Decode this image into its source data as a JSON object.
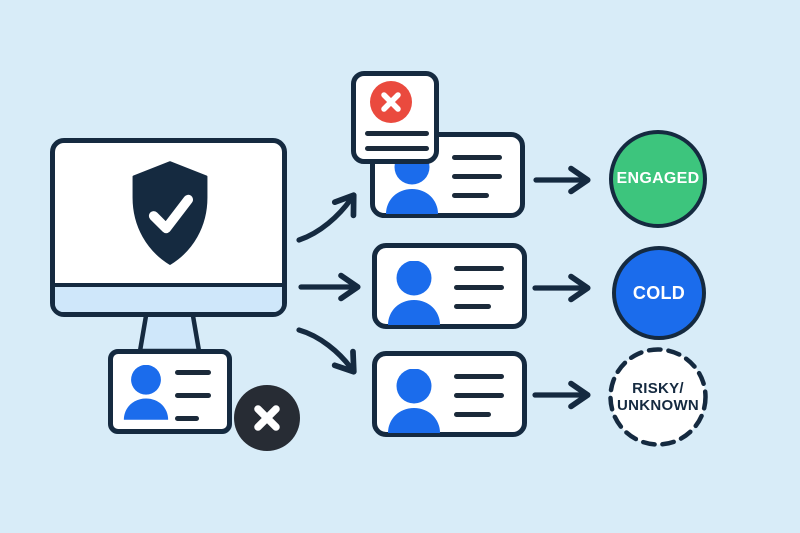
{
  "palette": {
    "background": "#d8ecf8",
    "navy": "#152a40",
    "blue": "#1b6cec",
    "green": "#3dc57d",
    "red": "#ea4a3e",
    "charcoal": "#272c34",
    "light_blue": "#cfe7fa",
    "white": "#ffffff"
  },
  "icons": {
    "monitor_screen": "shield-check-icon",
    "source_card": "person-icon",
    "source_card_badge": "x-circle-icon",
    "rejected_card": "x-circle-icon",
    "contact_cards": "person-icon"
  },
  "outcomes": [
    {
      "label": "ENGAGED",
      "fill": "#3dc57d",
      "text_color": "#ffffff",
      "border_style": "solid"
    },
    {
      "label": "COLD",
      "fill": "#1b6cec",
      "text_color": "#ffffff",
      "border_style": "solid"
    },
    {
      "label_line1": "RISKY/",
      "label_line2": "UNKNOWN",
      "fill": "#ffffff",
      "text_color": "#152a40",
      "border_style": "dashed"
    }
  ]
}
